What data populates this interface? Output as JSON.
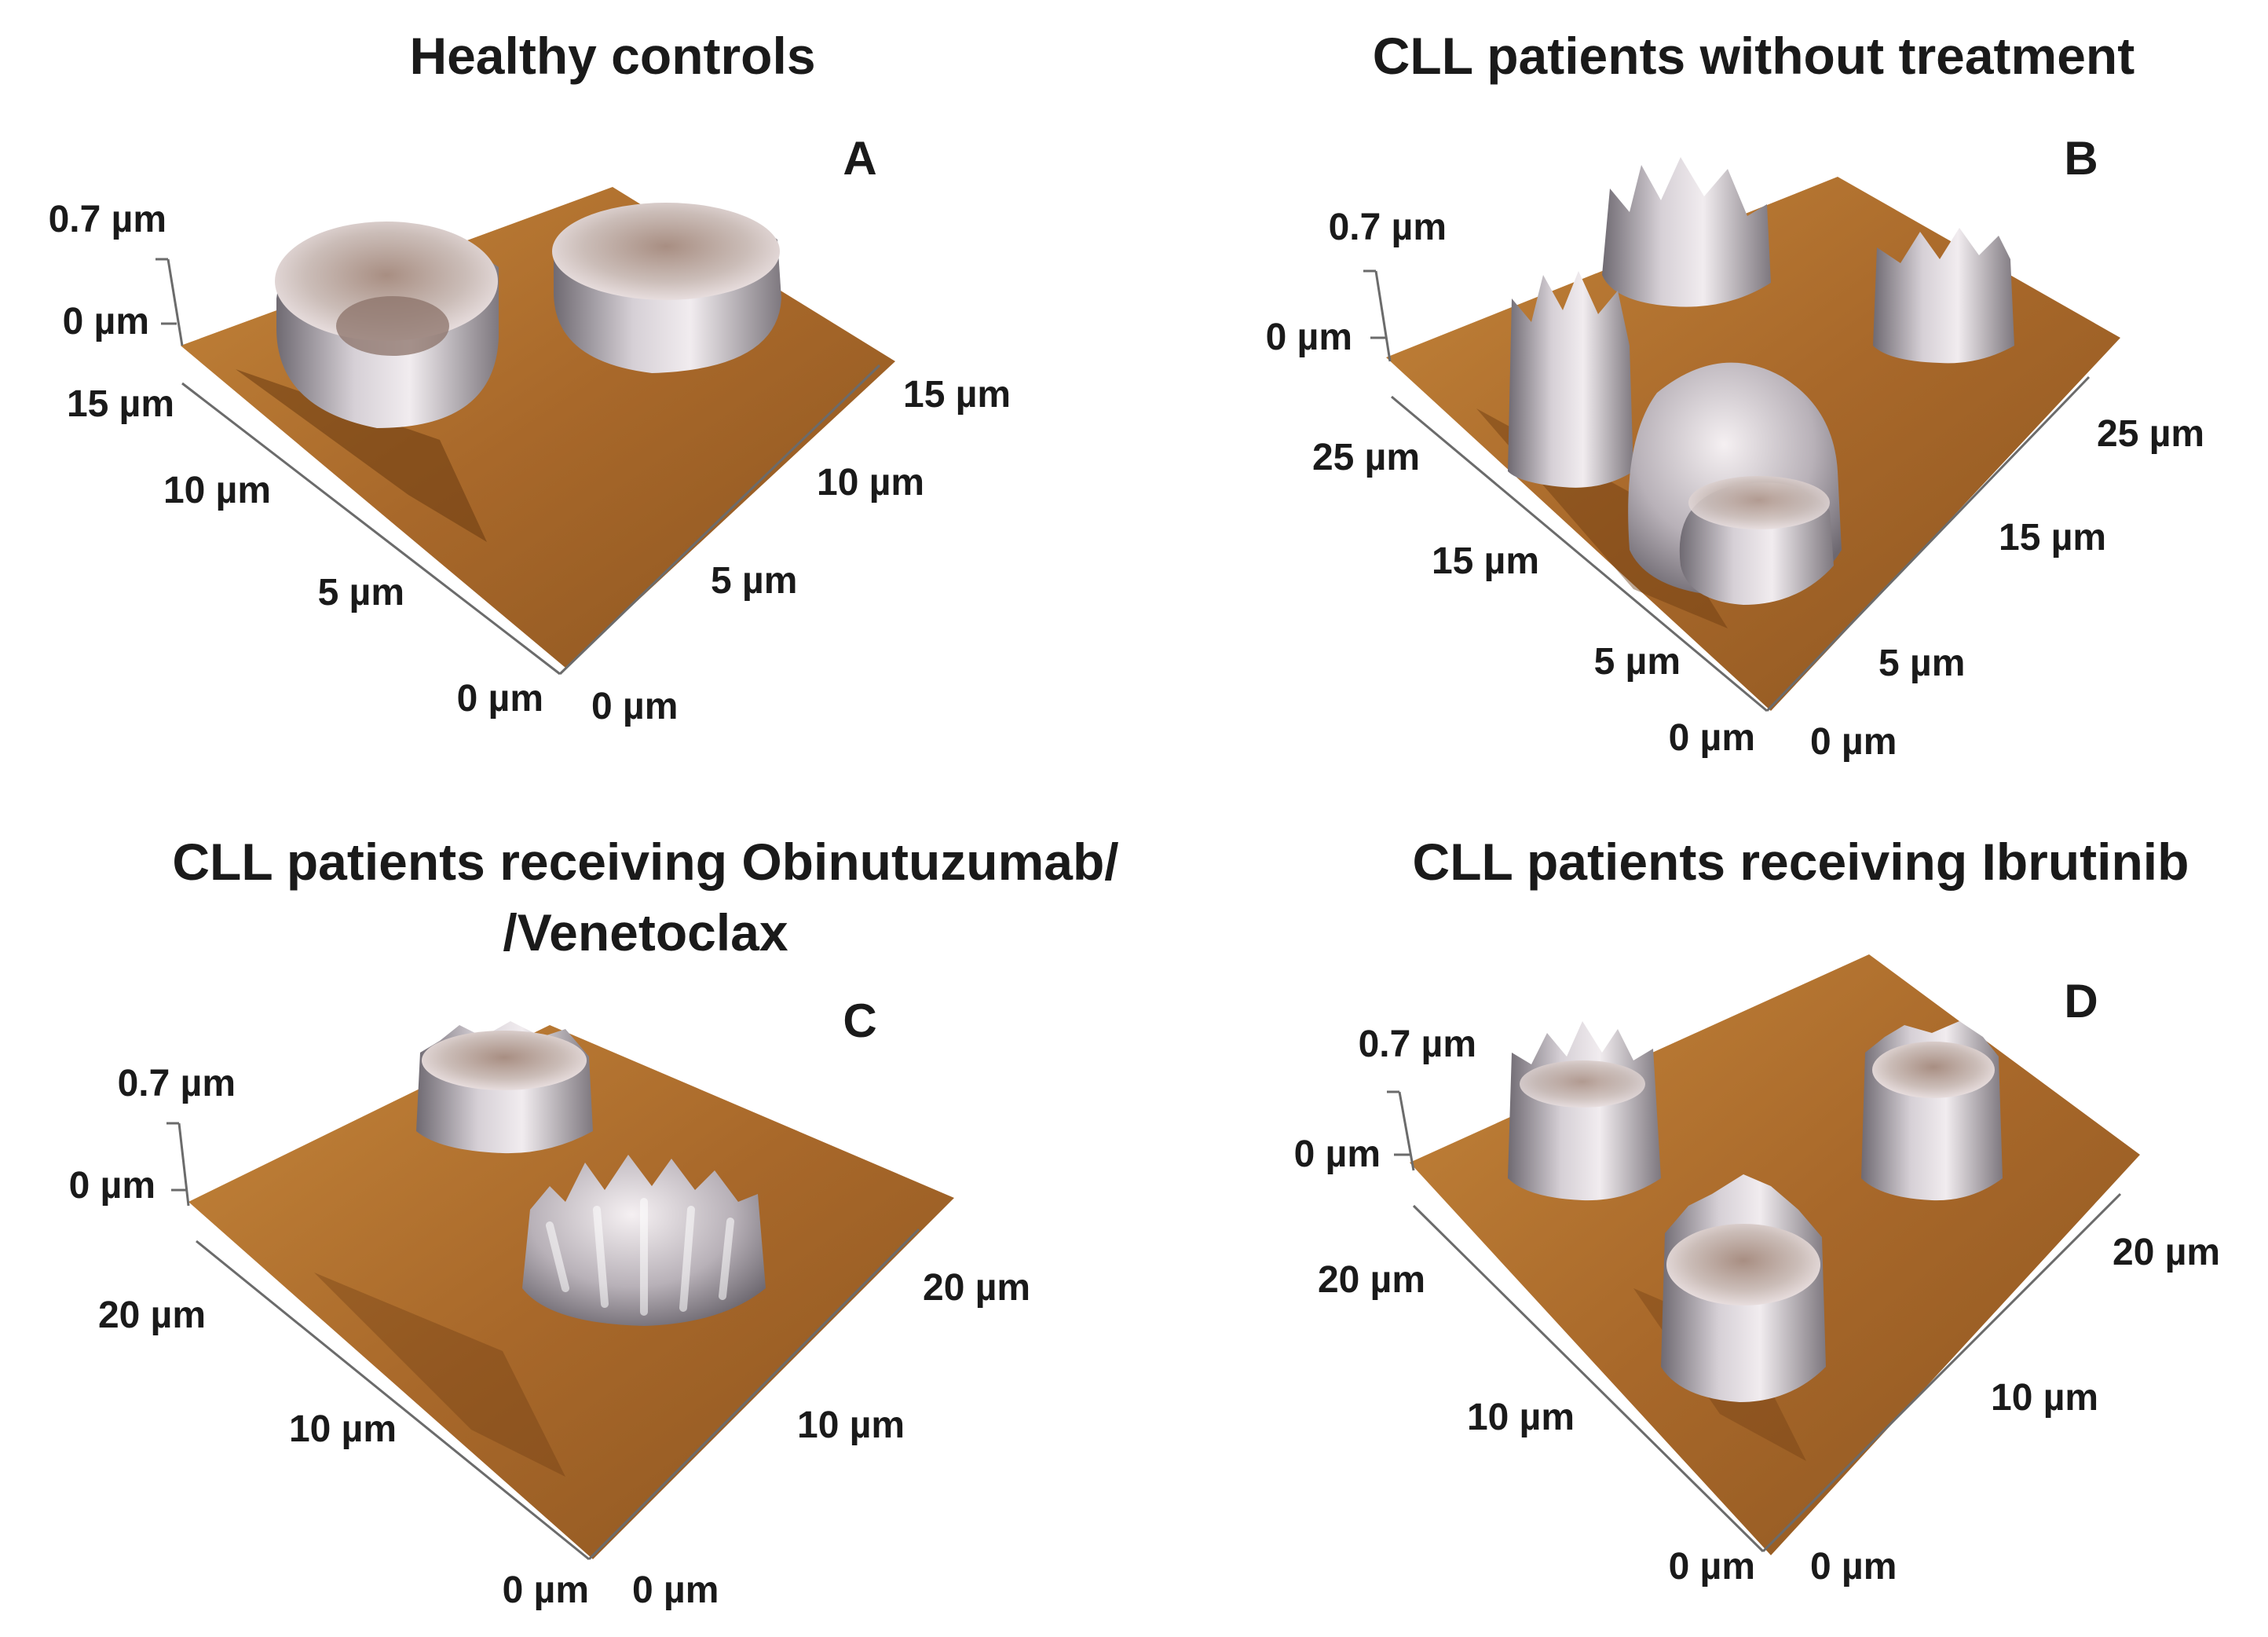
{
  "figure": {
    "panels": [
      {
        "letter": "A",
        "title_lines": [
          "Healthy controls"
        ],
        "z_labels": [
          "0.7 µm",
          "0 µm"
        ],
        "left_axis_labels": [
          "15 µm",
          "10 µm",
          "5 µm",
          "0 µm"
        ],
        "right_axis_labels": [
          "0 µm",
          "5 µm",
          "10 µm",
          "15 µm"
        ],
        "cell_count": 2
      },
      {
        "letter": "B",
        "title_lines": [
          "CLL patients without treatment"
        ],
        "z_labels": [
          "0.7 µm",
          "0 µm"
        ],
        "left_axis_labels": [
          "25 µm",
          "15 µm",
          "5 µm",
          "0 µm"
        ],
        "right_axis_labels": [
          "0 µm",
          "5 µm",
          "15 µm",
          "25 µm"
        ],
        "cell_count": 4
      },
      {
        "letter": "C",
        "title_lines": [
          "CLL patients receiving Obinutuzumab/",
          "/Venetoclax"
        ],
        "z_labels": [
          "0.7 µm",
          "0 µm"
        ],
        "left_axis_labels": [
          "20 µm",
          "10 µm",
          "0 µm"
        ],
        "right_axis_labels": [
          "0 µm",
          "10 µm",
          "20 µm"
        ],
        "cell_count": 2
      },
      {
        "letter": "D",
        "title_lines": [
          "CLL patients receiving Ibrutinib"
        ],
        "z_labels": [
          "0.7 µm",
          "0 µm"
        ],
        "left_axis_labels": [
          "20 µm",
          "10 µm",
          "0 µm"
        ],
        "right_axis_labels": [
          "0 µm",
          "10 µm",
          "20 µm"
        ],
        "cell_count": 3
      }
    ],
    "colors": {
      "surface": "#b2732a",
      "surface_dark": "#7a4612",
      "cell": "#b9b2b8",
      "cell_highlight": "#eee6ea",
      "axis": "#6b6b6b",
      "text": "#1a1a1a"
    }
  }
}
